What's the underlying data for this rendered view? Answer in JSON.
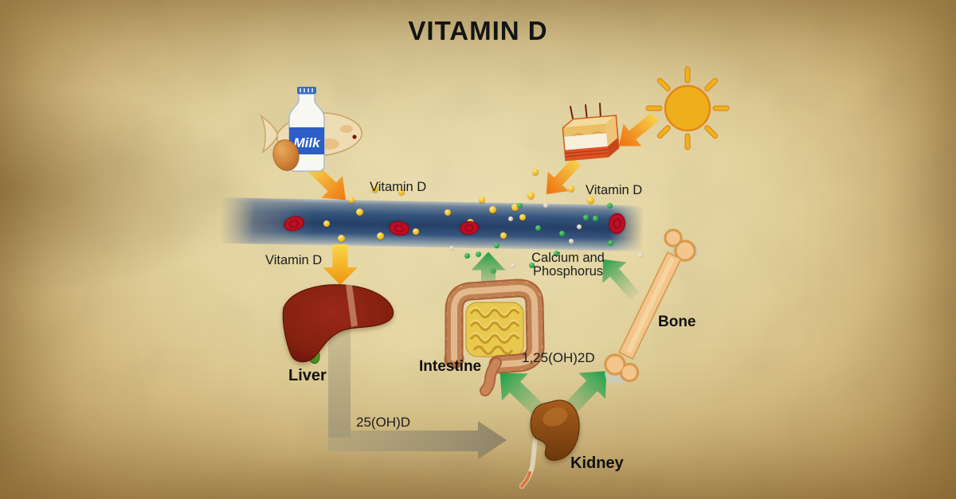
{
  "title": "VITAMIN D",
  "milk_label": "Milk",
  "labels": {
    "vitamin_d_food": "Vitamin D",
    "vitamin_d_skin": "Vitamin D",
    "vitamin_d_blood": "Vitamin D",
    "calcium_phosphorus_line1": "Calcium and",
    "calcium_phosphorus_line2": "Phosphorus",
    "liver_metabolite": "25(OH)D",
    "kidney_metabolite": "1,25(OH)2D"
  },
  "organs": {
    "liver": "Liver",
    "intestine": "Intestine",
    "kidney": "Kidney",
    "bone": "Bone"
  },
  "icons": [
    "sun-icon",
    "skin-icon",
    "milk-bottle-icon",
    "fish-icon",
    "egg-icon",
    "blood-vessel",
    "red-blood-cell",
    "vitamin-d-dot",
    "calcium-dot",
    "phosphorus-dot",
    "liver-icon",
    "intestine-icon",
    "kidney-icon",
    "bone-icon"
  ],
  "colors": {
    "background_center": "#ecdfab",
    "background_edge": "#ad8a4e",
    "title_text": "#141414",
    "vessel_blue": "#24456f",
    "red_blood_cell": "#c8102e",
    "vitamin_d_dot": "#f2c12c",
    "mineral_dot_green": "#2fae4e",
    "mineral_dot_white": "#d9d2bd",
    "arrow_orange": "#ee7511",
    "arrow_yellow": "#f8d74a",
    "arrow_green": "#1f9e45",
    "arrow_gray": "#a89e7e"
  }
}
